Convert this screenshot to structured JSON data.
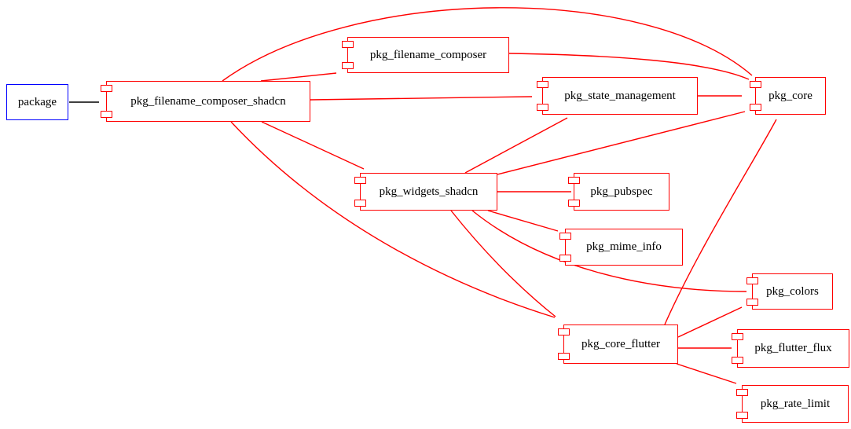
{
  "diagram": {
    "kind": "package-dependency-graph",
    "background": "#ffffff",
    "colors": {
      "component_border": "#ff0000",
      "package_border": "#0000ff",
      "dependency_edge": "#ff0000",
      "root_edge": "#000000",
      "text": "#000000"
    },
    "nodes": [
      {
        "id": "package",
        "label": "package",
        "shape": "rect"
      },
      {
        "id": "pkg_filename_composer_shadcn",
        "label": "pkg_filename_composer_shadcn",
        "shape": "component"
      },
      {
        "id": "pkg_filename_composer",
        "label": "pkg_filename_composer",
        "shape": "component"
      },
      {
        "id": "pkg_state_management",
        "label": "pkg_state_management",
        "shape": "component"
      },
      {
        "id": "pkg_core",
        "label": "pkg_core",
        "shape": "component"
      },
      {
        "id": "pkg_widgets_shadcn",
        "label": "pkg_widgets_shadcn",
        "shape": "component"
      },
      {
        "id": "pkg_pubspec",
        "label": "pkg_pubspec",
        "shape": "component"
      },
      {
        "id": "pkg_mime_info",
        "label": "pkg_mime_info",
        "shape": "component"
      },
      {
        "id": "pkg_core_flutter",
        "label": "pkg_core_flutter",
        "shape": "component"
      },
      {
        "id": "pkg_colors",
        "label": "pkg_colors",
        "shape": "component"
      },
      {
        "id": "pkg_flutter_flux",
        "label": "pkg_flutter_flux",
        "shape": "component"
      },
      {
        "id": "pkg_rate_limit",
        "label": "pkg_rate_limit",
        "shape": "component"
      }
    ],
    "edges": [
      {
        "from": "package",
        "to": "pkg_filename_composer_shadcn",
        "color": "#000000"
      },
      {
        "from": "pkg_filename_composer_shadcn",
        "to": "pkg_filename_composer",
        "color": "#ff0000"
      },
      {
        "from": "pkg_filename_composer_shadcn",
        "to": "pkg_core",
        "color": "#ff0000"
      },
      {
        "from": "pkg_filename_composer_shadcn",
        "to": "pkg_state_management",
        "color": "#ff0000"
      },
      {
        "from": "pkg_filename_composer_shadcn",
        "to": "pkg_widgets_shadcn",
        "color": "#ff0000"
      },
      {
        "from": "pkg_filename_composer_shadcn",
        "to": "pkg_core_flutter",
        "color": "#ff0000"
      },
      {
        "from": "pkg_filename_composer",
        "to": "pkg_core",
        "color": "#ff0000"
      },
      {
        "from": "pkg_state_management",
        "to": "pkg_core",
        "color": "#ff0000"
      },
      {
        "from": "pkg_widgets_shadcn",
        "to": "pkg_state_management",
        "color": "#ff0000"
      },
      {
        "from": "pkg_widgets_shadcn",
        "to": "pkg_core",
        "color": "#ff0000"
      },
      {
        "from": "pkg_widgets_shadcn",
        "to": "pkg_pubspec",
        "color": "#ff0000"
      },
      {
        "from": "pkg_widgets_shadcn",
        "to": "pkg_mime_info",
        "color": "#ff0000"
      },
      {
        "from": "pkg_widgets_shadcn",
        "to": "pkg_core_flutter",
        "color": "#ff0000"
      },
      {
        "from": "pkg_widgets_shadcn",
        "to": "pkg_colors",
        "color": "#ff0000"
      },
      {
        "from": "pkg_core_flutter",
        "to": "pkg_core",
        "color": "#ff0000"
      },
      {
        "from": "pkg_core_flutter",
        "to": "pkg_colors",
        "color": "#ff0000"
      },
      {
        "from": "pkg_core_flutter",
        "to": "pkg_flutter_flux",
        "color": "#ff0000"
      },
      {
        "from": "pkg_core_flutter",
        "to": "pkg_rate_limit",
        "color": "#ff0000"
      }
    ]
  }
}
